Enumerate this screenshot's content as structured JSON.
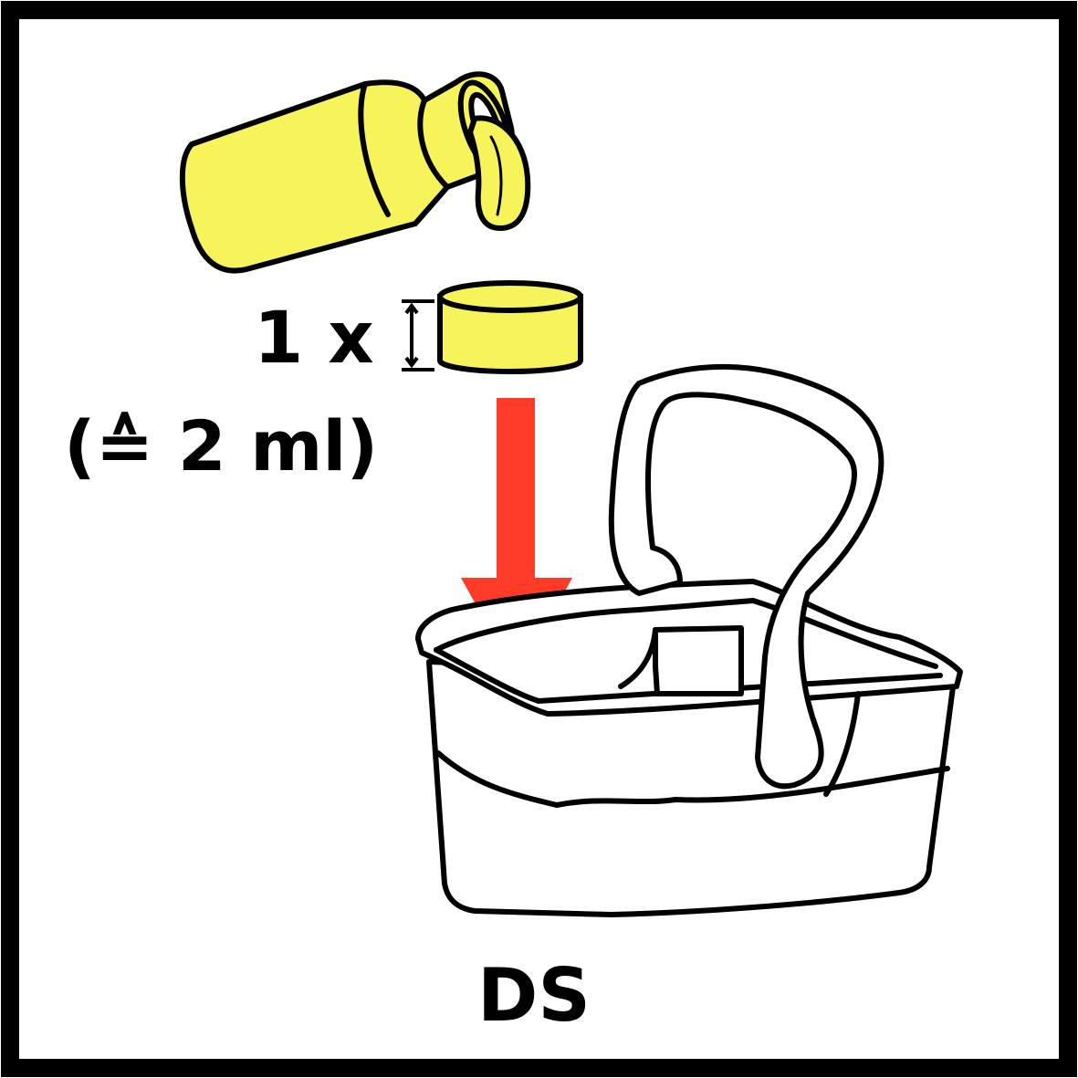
{
  "quantity": {
    "count": "1 x",
    "equivalent": "(≙ 2 ml)"
  },
  "container": {
    "label": "DS"
  },
  "colors": {
    "liquid": "#F7F35A",
    "arrow": "#FF3B27",
    "outline": "#000000",
    "background": "#FFFFFF"
  },
  "icons": [
    "pouring-bottle-icon",
    "measuring-cap-icon",
    "height-dimension-icon",
    "down-arrow-icon",
    "container-icon"
  ]
}
